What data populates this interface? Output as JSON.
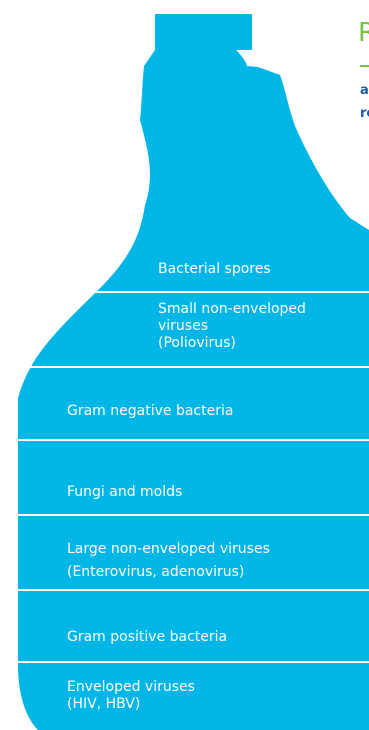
{
  "colors": {
    "bottle": "#00b6e6",
    "divider": "#ffffff",
    "heading": "#7cc242",
    "subheading": "#1f5aa6"
  },
  "header": {
    "title_fragment": "R",
    "line1_fragment": "a",
    "line2_fragment": "re"
  },
  "bands": [
    {
      "lines": [
        "Bacterial spores"
      ]
    },
    {
      "lines": [
        "Small non-enveloped",
        "viruses",
        "(Poliovirus)"
      ]
    },
    {
      "lines": [
        "Gram negative bacteria"
      ]
    },
    {
      "lines": [
        "Fungi and molds"
      ]
    },
    {
      "lines": [
        "Large non-enveloped viruses",
        "(Enterovirus, adenovirus)"
      ]
    },
    {
      "lines": [
        "Gram positive bacteria"
      ]
    },
    {
      "lines": [
        "Enveloped viruses",
        "(HIV, HBV)"
      ]
    }
  ]
}
